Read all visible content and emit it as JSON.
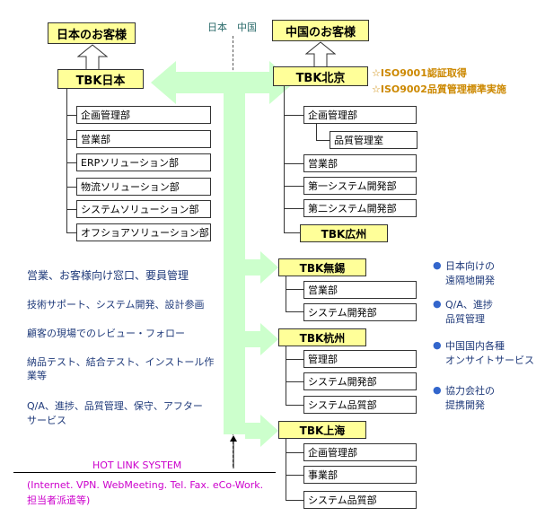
{
  "divider": {
    "left": "日本",
    "right": "中国"
  },
  "customers": {
    "japan": "日本のお客様",
    "china": "中国のお客様"
  },
  "offices": {
    "japan": "TBK日本",
    "beijing": "TBK北京",
    "guangzhou": "TBK広州",
    "wuxi": "TBK無錫",
    "hangzhou": "TBK杭州",
    "shanghai": "TBK上海"
  },
  "iso_notes": [
    "☆ISO9001認証取得",
    "☆ISO9002品質管理標準実施"
  ],
  "japan_depts": [
    "企画管理部",
    "営業部",
    "ERPソリューション部",
    "物流ソリューション部",
    "システムソリューション部",
    "オフショアソリューション部"
  ],
  "beijing_depts": [
    "企画管理部",
    "品質管理室",
    "営業部",
    "第一システム開発部",
    "第二システム開発部"
  ],
  "wuxi_depts": [
    "営業部",
    "システム開発部"
  ],
  "hangzhou_depts": [
    "管理部",
    "システム開発部",
    "システム品質部"
  ],
  "shanghai_depts": [
    "企画管理部",
    "事業部",
    "システム品質部"
  ],
  "japan_roles": [
    "営業、お客様向け窓口、要員管理",
    "技術サポート、システム開発、設計参画",
    "顧客の現場でのレビュー・フォロー",
    "納品テスト、結合テスト、インストール作",
    "業等",
    "Q/A、進捗、品質管理、保守、アフター",
    "サービス"
  ],
  "china_roles": [
    {
      "bullet": "●",
      "lines": [
        "日本向けの",
        "遠隔地開発"
      ]
    },
    {
      "bullet": "●",
      "lines": [
        "Q/A、進捗",
        "品質管理"
      ]
    },
    {
      "bullet": "●",
      "lines": [
        "中国国内各種",
        "オンサイトサービス"
      ]
    },
    {
      "bullet": "●",
      "lines": [
        "協力会社の",
        "提携開発"
      ]
    }
  ],
  "hotlink": {
    "title": "HOT LINK SYSTEM",
    "line1": "(Internet. VPN. WebMeeting. Tel. Fax. eCo-Work.",
    "line2": "担当者派遣等)"
  },
  "colors": {
    "box_fill": "#ffff99",
    "arrow": "#ccffcc",
    "blue_text": "#1f3a7a",
    "note": "#cc8800",
    "magenta": "#cc00cc"
  }
}
